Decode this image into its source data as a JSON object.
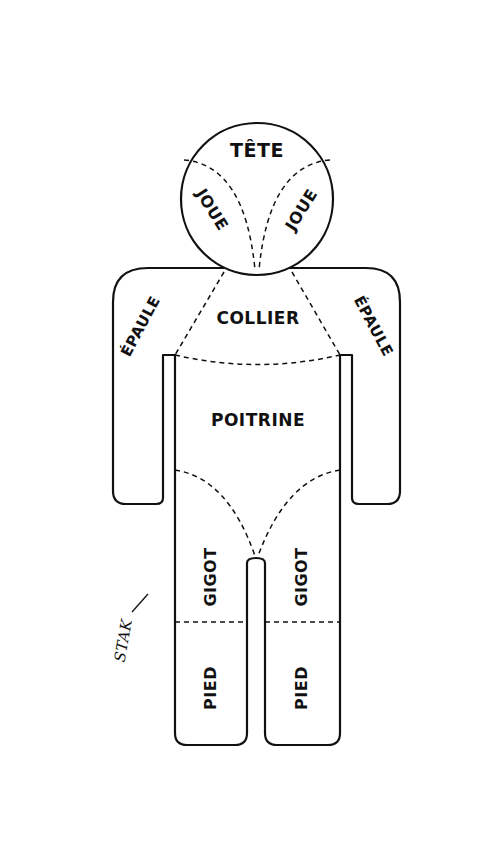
{
  "diagram": {
    "labels": [
      "TÊTE",
      "JOUE",
      "JOUE",
      "COLLIER",
      "ÉPAULE",
      "ÉPAULE",
      "POITRINE",
      "GIGOT",
      "GIGOT",
      "PIED",
      "PIED",
      "STAK"
    ]
  }
}
